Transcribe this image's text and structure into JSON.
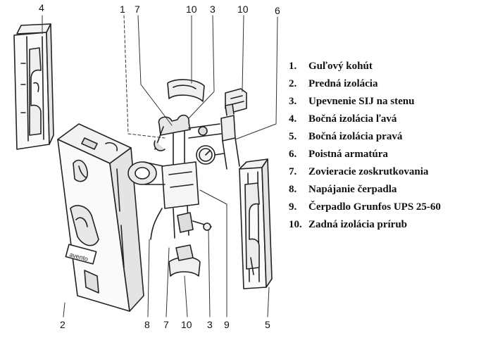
{
  "callouts": {
    "top": [
      "1",
      "7",
      "10",
      "3",
      "10",
      "6"
    ],
    "left": "4",
    "bottom": [
      "2",
      "8",
      "7",
      "10",
      "3",
      "9",
      "5"
    ]
  },
  "plate_text": "avento",
  "legend": [
    {
      "num": "1.",
      "text": "Guľový kohút"
    },
    {
      "num": "2.",
      "text": "Predná izolácia"
    },
    {
      "num": "3.",
      "text": "Upevnenie SIJ na stenu"
    },
    {
      "num": "4.",
      "text": "Bočná izolácia ľavá"
    },
    {
      "num": "5.",
      "text": "Bočná izolácia pravá"
    },
    {
      "num": "6.",
      "text": "Poistná armatúra"
    },
    {
      "num": "7.",
      "text": "Zovieracie zoskrutkovania"
    },
    {
      "num": "8.",
      "text": "Napájanie čerpadla"
    },
    {
      "num": "9.",
      "text": "Čerpadlo Grunfos UPS 25-60"
    },
    {
      "num": "10.",
      "text": "Zadná izolácia prírub"
    }
  ]
}
